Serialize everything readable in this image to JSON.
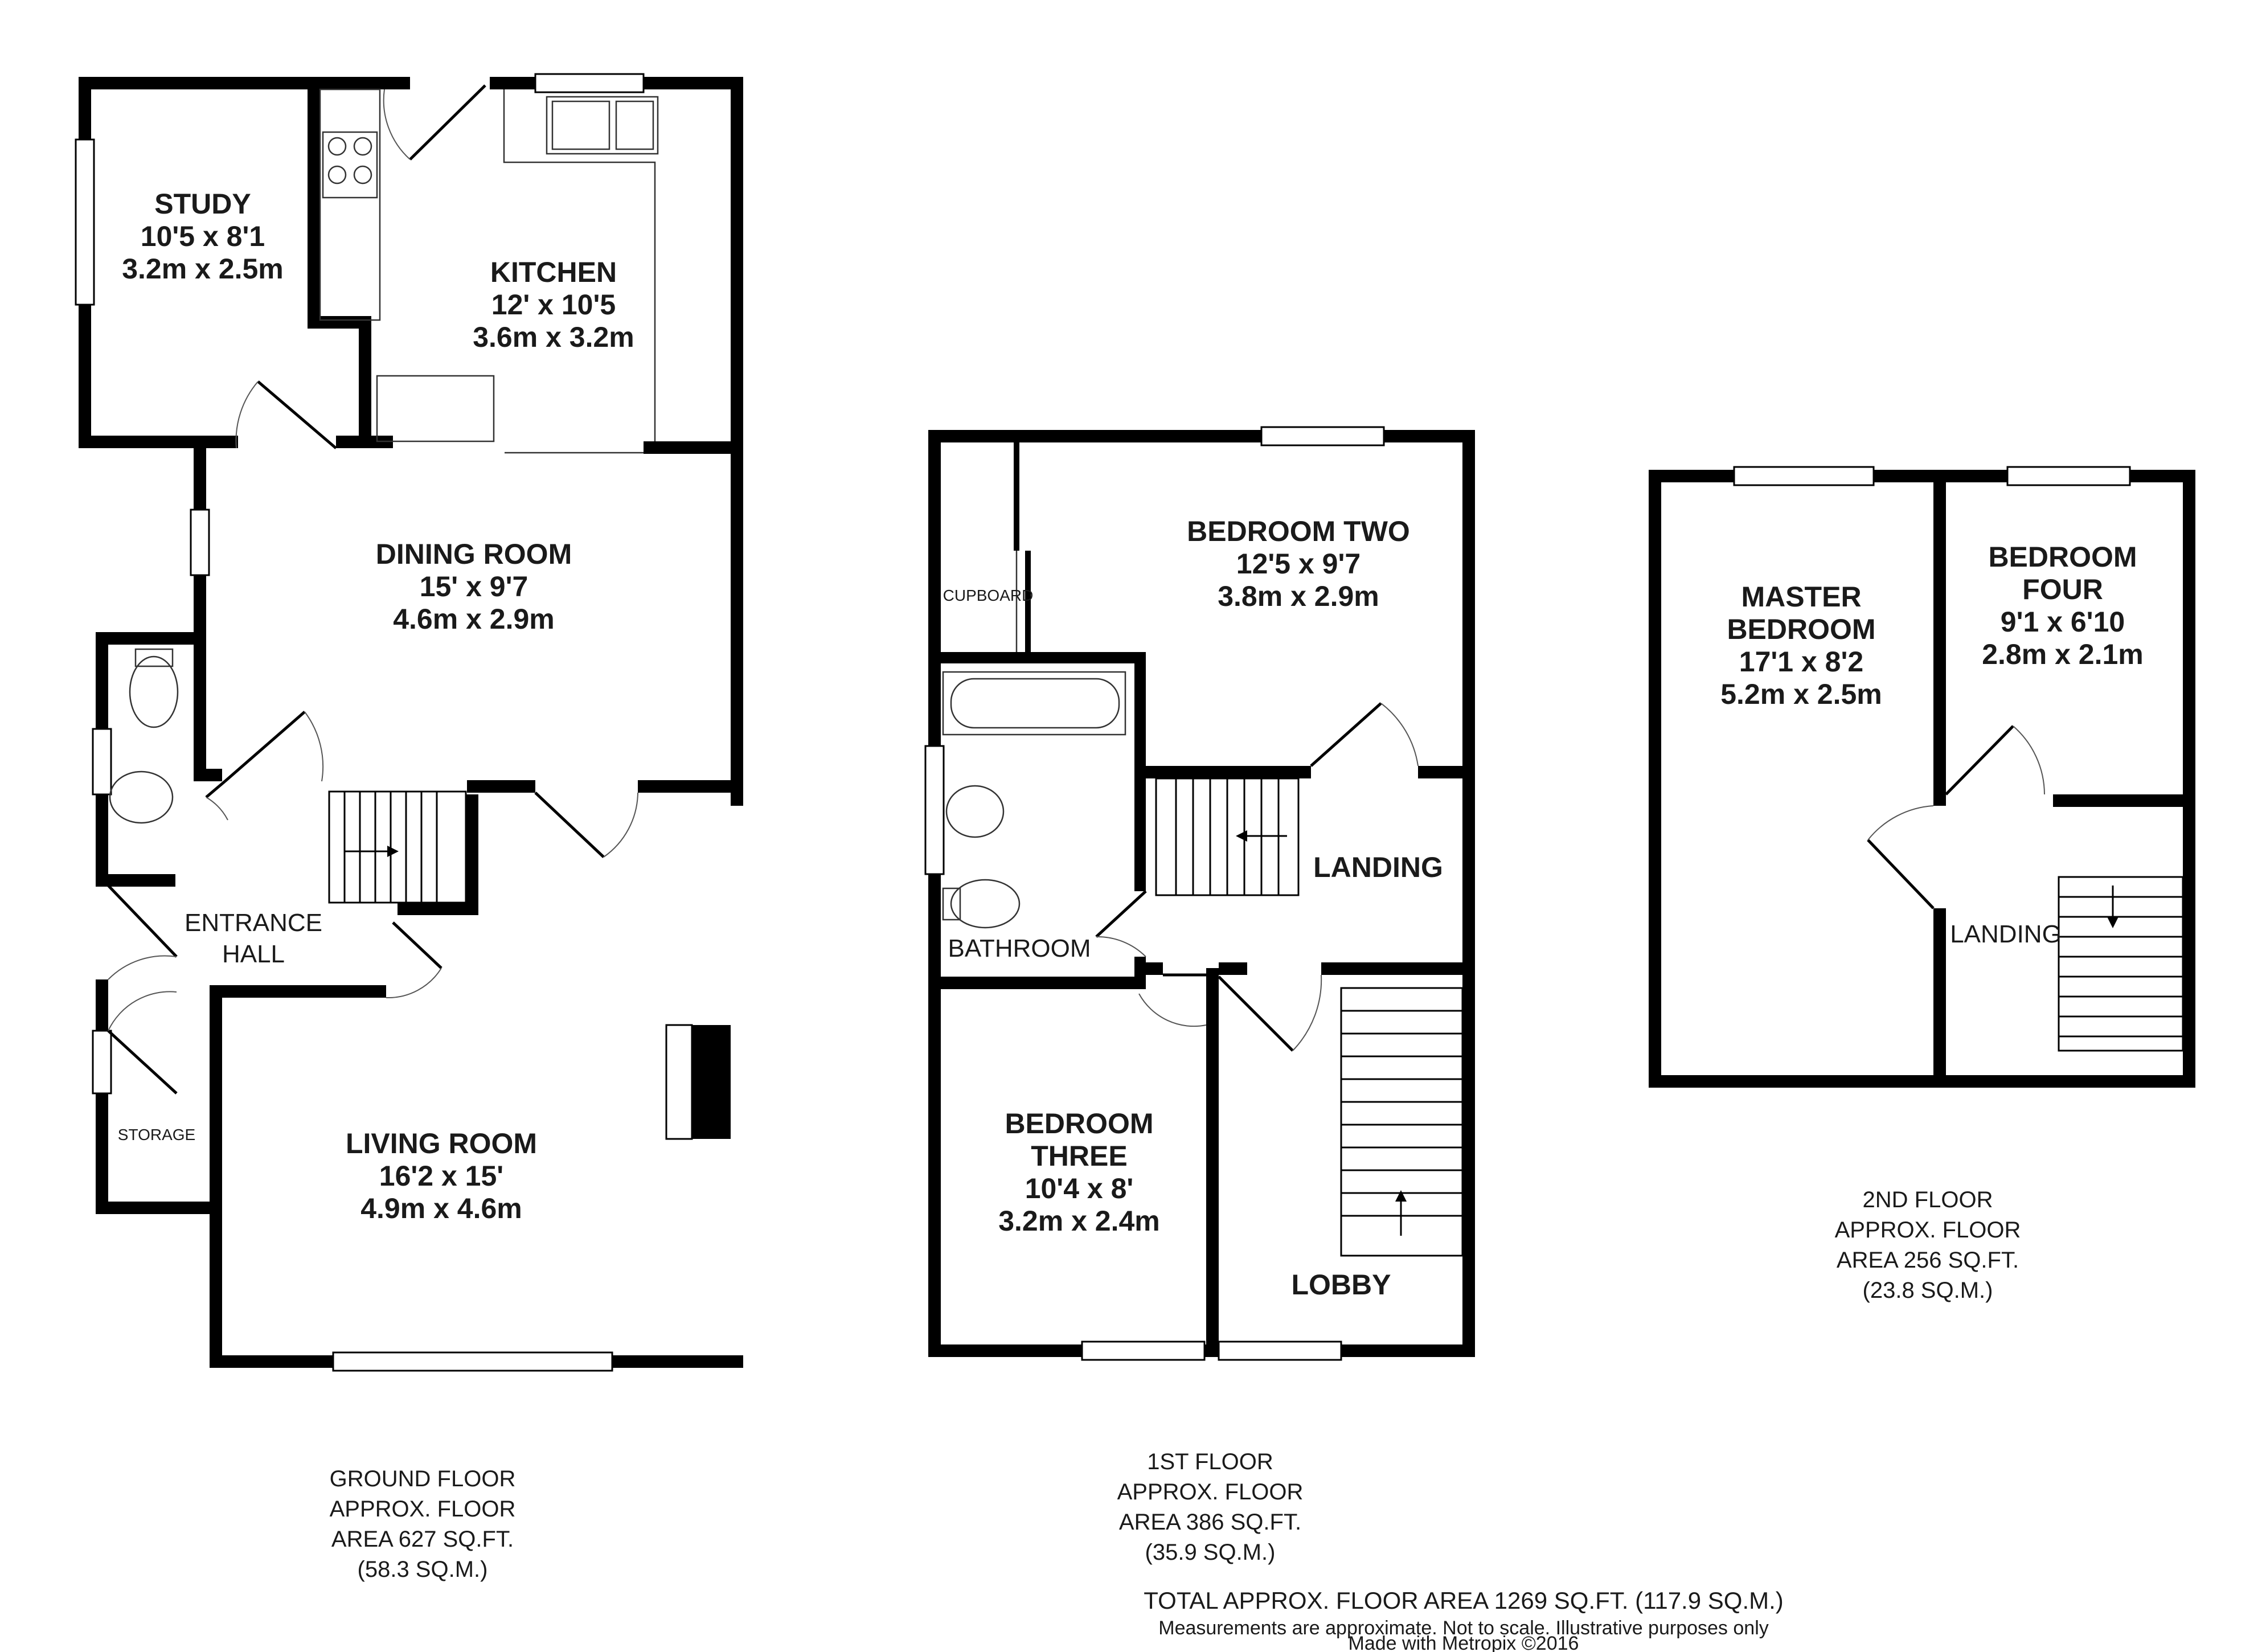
{
  "ground_floor": {
    "study": {
      "name": "STUDY",
      "dim_imperial": "10'5 x 8'1",
      "dim_metric": "3.2m x 2.5m"
    },
    "kitchen": {
      "name": "KITCHEN",
      "dim_imperial": "12' x 10'5",
      "dim_metric": "3.6m x 3.2m"
    },
    "dining_room": {
      "name": "DINING ROOM",
      "dim_imperial": "15' x 9'7",
      "dim_metric": "4.6m x 2.9m"
    },
    "entrance_hall": {
      "line1": "ENTRANCE",
      "line2": "HALL"
    },
    "storage": {
      "name": "STORAGE"
    },
    "living_room": {
      "name": "LIVING ROOM",
      "dim_imperial": "16'2 x 15'",
      "dim_metric": "4.9m x 4.6m"
    },
    "summary": {
      "line1": "GROUND FLOOR",
      "line2": "APPROX. FLOOR",
      "line3": "AREA 627 SQ.FT.",
      "line4": "(58.3 SQ.M.)"
    }
  },
  "first_floor": {
    "cupboard": {
      "name": "CUPBOARD"
    },
    "bedroom_two": {
      "name": "BEDROOM TWO",
      "dim_imperial": "12'5 x 9'7",
      "dim_metric": "3.8m x 2.9m"
    },
    "landing": {
      "name": "LANDING"
    },
    "bathroom": {
      "name": "BATHROOM"
    },
    "bedroom_three": {
      "line1": "BEDROOM",
      "line2": "THREE",
      "dim_imperial": "10'4 x 8'",
      "dim_metric": "3.2m x 2.4m"
    },
    "lobby": {
      "name": "LOBBY"
    },
    "summary": {
      "line1": "1ST FLOOR",
      "line2": "APPROX. FLOOR",
      "line3": "AREA 386 SQ.FT.",
      "line4": "(35.9 SQ.M.)"
    }
  },
  "second_floor": {
    "master_bedroom": {
      "line1": "MASTER",
      "line2": "BEDROOM",
      "dim_imperial": "17'1 x 8'2",
      "dim_metric": "5.2m x 2.5m"
    },
    "bedroom_four": {
      "line1": "BEDROOM",
      "line2": "FOUR",
      "dim_imperial": "9'1 x 6'10",
      "dim_metric": "2.8m x 2.1m"
    },
    "landing": {
      "name": "LANDING"
    },
    "summary": {
      "line1": "2ND FLOOR",
      "line2": "APPROX. FLOOR",
      "line3": "AREA 256 SQ.FT.",
      "line4": "(23.8 SQ.M.)"
    }
  },
  "footer": {
    "total": "TOTAL APPROX. FLOOR AREA 1269 SQ.FT. (117.9 SQ.M.)",
    "disclaimer": "Measurements are approximate.  Not to scale.  Illustrative purposes only",
    "credit": "Made with Metropix ©2016"
  }
}
